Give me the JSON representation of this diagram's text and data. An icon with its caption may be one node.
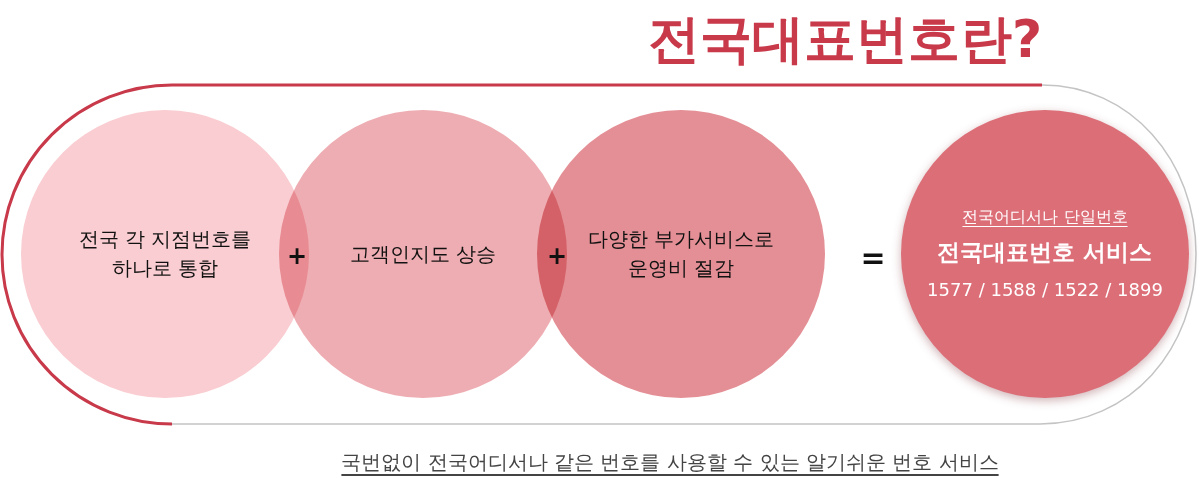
{
  "diagram": {
    "title": "전국대표번호란?",
    "nodes": [
      {
        "text": [
          "전국 각 지점번호를 하나로 통합"
        ]
      },
      {
        "text": [
          "고객인지도 상승"
        ]
      },
      {
        "text": [
          "다양한 부가서비스로 운영비 절감"
        ]
      },
      {
        "text": [
          "전국어디서나 단일번호",
          "전국대표번호 서비스",
          "1577 / 1588 / 1522 / 1899"
        ]
      }
    ],
    "labels": [
      "+",
      "+",
      "="
    ],
    "caption": "국번없이 전국어디서나 같은 번호를 사용할 수 있는 알기쉬운 번호 서비스"
  }
}
